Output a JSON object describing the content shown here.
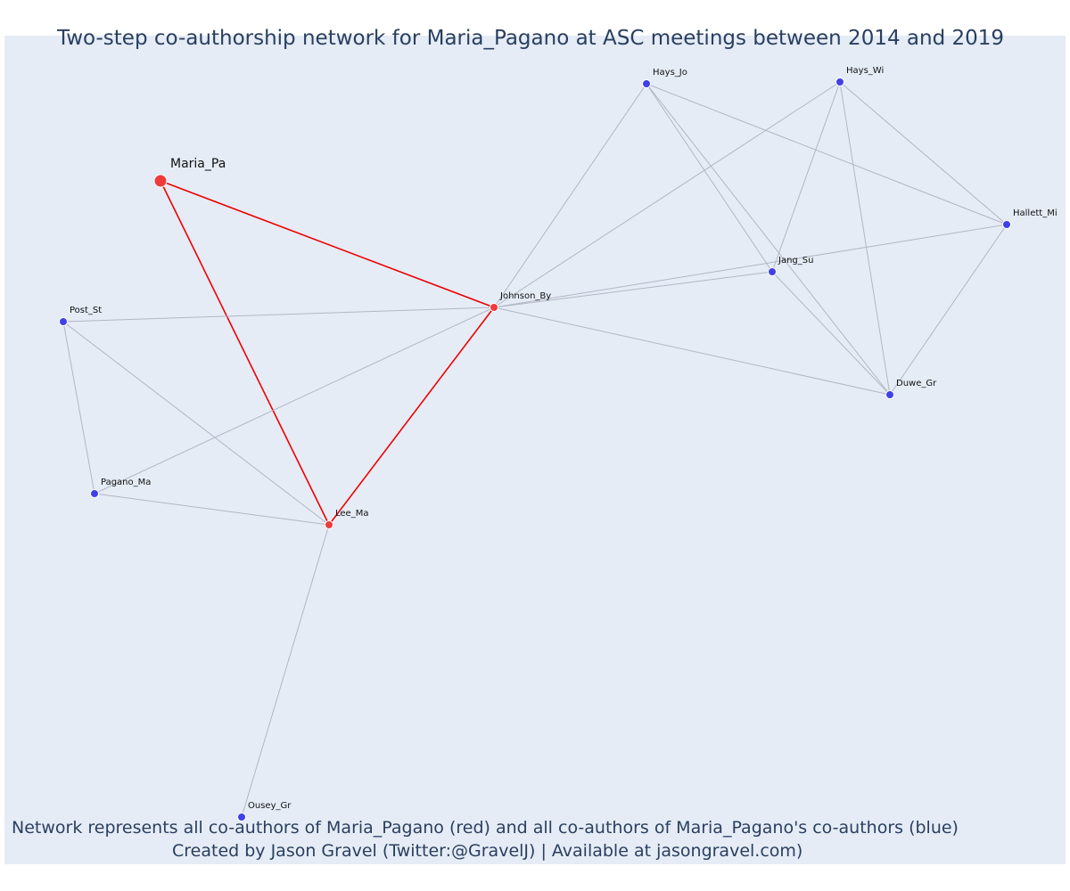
{
  "title": "Two-step co-authorship network for Maria_Pagano at ASC meetings between 2014 and 2019",
  "caption_line1": "Network represents all co-authors of Maria_Pagano (red) and all co-authors of Maria_Pagano's co-authors (blue)",
  "caption_line2": "Created by Jason Gravel (Twitter:@GravelJ) | Available at jasongravel.com)",
  "colors": {
    "ego": "#ef3b3b",
    "first_step": "#ef3b3b",
    "second_step": "#4040e8",
    "ego_edge": "#ee0000",
    "edge": "#b3b6c4",
    "background": "#e5ecf6"
  },
  "nodes": [
    {
      "id": "Maria_Pa",
      "group": "ego"
    },
    {
      "id": "Johnson_By",
      "group": "first_step"
    },
    {
      "id": "Lee_Ma",
      "group": "first_step"
    },
    {
      "id": "Post_St",
      "group": "second_step"
    },
    {
      "id": "Pagano_Ma",
      "group": "second_step"
    },
    {
      "id": "Ousey_Gr",
      "group": "second_step"
    },
    {
      "id": "Hays_Jo",
      "group": "second_step"
    },
    {
      "id": "Hays_Wi",
      "group": "second_step"
    },
    {
      "id": "Hallett_Mi",
      "group": "second_step"
    },
    {
      "id": "Jang_Su",
      "group": "second_step"
    },
    {
      "id": "Duwe_Gr",
      "group": "second_step"
    }
  ],
  "edges": [
    [
      "Maria_Pa",
      "Johnson_By"
    ],
    [
      "Maria_Pa",
      "Lee_Ma"
    ],
    [
      "Johnson_By",
      "Lee_Ma"
    ],
    [
      "Johnson_By",
      "Post_St"
    ],
    [
      "Johnson_By",
      "Pagano_Ma"
    ],
    [
      "Johnson_By",
      "Hays_Jo"
    ],
    [
      "Johnson_By",
      "Hays_Wi"
    ],
    [
      "Johnson_By",
      "Hallett_Mi"
    ],
    [
      "Johnson_By",
      "Jang_Su"
    ],
    [
      "Johnson_By",
      "Duwe_Gr"
    ],
    [
      "Lee_Ma",
      "Post_St"
    ],
    [
      "Lee_Ma",
      "Pagano_Ma"
    ],
    [
      "Lee_Ma",
      "Ousey_Gr"
    ],
    [
      "Post_St",
      "Pagano_Ma"
    ],
    [
      "Hays_Jo",
      "Hallett_Mi"
    ],
    [
      "Hays_Jo",
      "Jang_Su"
    ],
    [
      "Hays_Jo",
      "Duwe_Gr"
    ],
    [
      "Hays_Wi",
      "Hallett_Mi"
    ],
    [
      "Hays_Wi",
      "Jang_Su"
    ],
    [
      "Hays_Wi",
      "Duwe_Gr"
    ],
    [
      "Hallett_Mi",
      "Duwe_Gr"
    ],
    [
      "Jang_Su",
      "Duwe_Gr"
    ]
  ]
}
